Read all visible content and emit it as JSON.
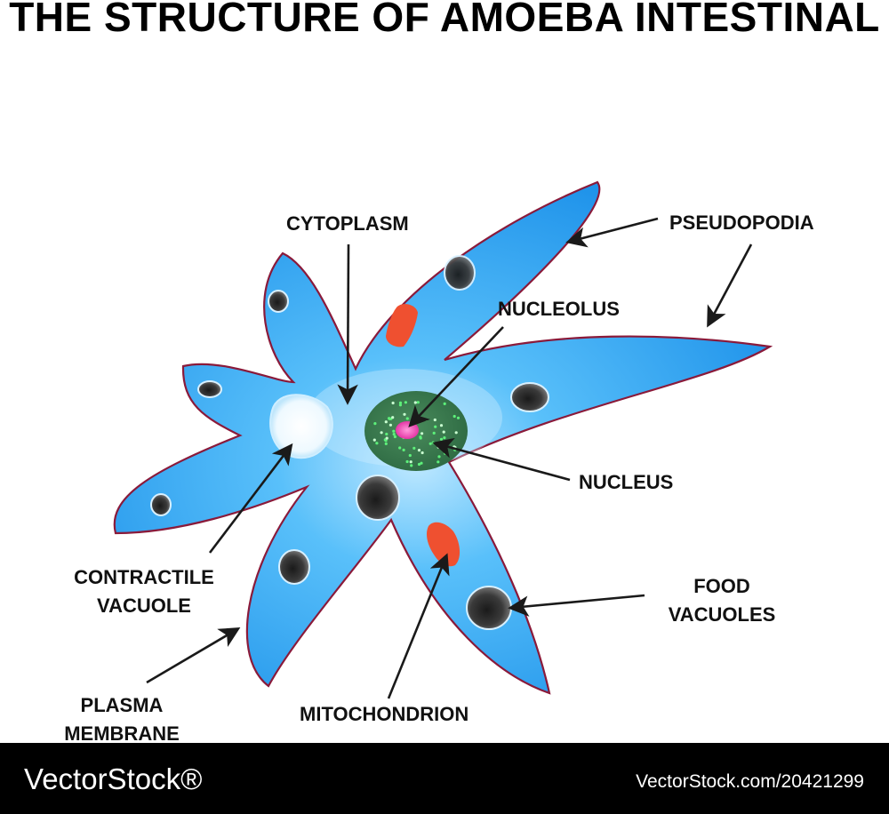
{
  "title": "THE STRUCTURE OF AMOEBA INTESTINAL",
  "labels": {
    "cytoplasm": "CYTOPLASM",
    "pseudopodia": "PSEUDOPODIA",
    "nucleolus": "NUCLEOLUS",
    "nucleus": "NUCLEUS",
    "contractile_1": "CONTRACTILE",
    "contractile_2": "VACUOLE",
    "food_1": "FOOD",
    "food_2": "VACUOLES",
    "plasma_1": "PLASMA",
    "plasma_2": "MEMBRANE",
    "mitochondrion": "MITOCHONDRION"
  },
  "footer": {
    "brand": "VectorStock®",
    "image_id": "VectorStock.com/20421299"
  },
  "colors": {
    "cytoplasm": "#2fa0ef",
    "membrane": "#8a1a3a",
    "nucleus": "#3e7a52",
    "nucleolus": "#ef3fae",
    "mitochondrion": "#ef5030",
    "contractile_vacuole": "#f2fbff",
    "food_vacuole": "#3a3a3a"
  }
}
